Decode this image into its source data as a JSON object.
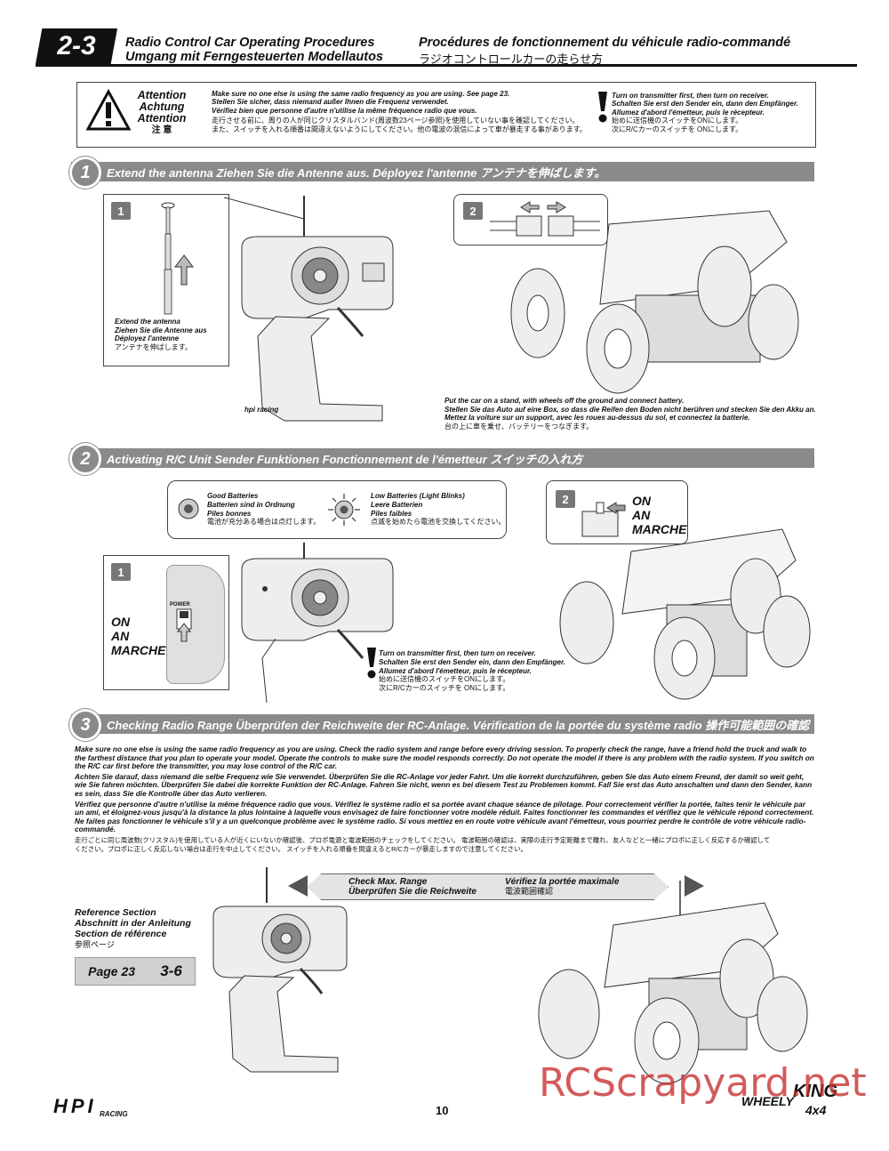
{
  "header": {
    "section_number": "2-3",
    "title_en": "Radio Control Car Operating Procedures",
    "title_de": "Umgang mit Ferngesteuerten Modellautos",
    "title_fr": "Procédures de fonctionnement du véhicule radio-commandé",
    "title_jp": "ラジオコントロールカーの走らせ方"
  },
  "attention": {
    "heading_en": "Attention",
    "heading_de": "Achtung",
    "heading_fr": "Attention",
    "heading_jp": "注 意",
    "text_en": "Make sure no one else is using the same radio frequency as you are using. See page 23.",
    "text_de": "Stellen Sie sicher, dass niemand außer Ihnen die Frequenz verwendet.",
    "text_fr": "Vérifiez bien que personne d'autre n'utilise la même fréquence radio que vous.",
    "text_jp1": "走行させる前に、周りの人が同じクリスタルバンド(周波数23ページ参照)を使用していない事を確認してください。",
    "text_jp2": "また、スイッチを入れる順番は間違えないようにしてください。他の電波の混信によって車が暴走する事があります。",
    "order_en": "Turn on transmitter first, then turn on receiver.",
    "order_de": "Schalten Sie erst den Sender ein, dann den Empfänger.",
    "order_fr": "Allumez d'abord l'émetteur, puis le récepteur.",
    "order_jp1": "始めに送信機のスイッチをONにします。",
    "order_jp2": "次にR/Cカーのスイッチを ONにします。"
  },
  "section1": {
    "number": "1",
    "title": "Extend the antenna    Ziehen Sie die Antenne aus.    Déployez l'antenne    アンテナを伸ばします。",
    "step1": "1",
    "step2": "2",
    "antenna_en": "Extend the antenna",
    "antenna_de": "Ziehen Sie die Antenne aus",
    "antenna_fr": "Déployez l'antenne",
    "antenna_jp": "アンテナを伸ばします。",
    "stand_en": "Put the car on a stand, with wheels off the ground and connect battery.",
    "stand_de": "Stellen Sie das Auto auf eine Box, so dass die Reifen den Boden nicht berühren und stecken Sie den Akku an.",
    "stand_fr": "Mettez la voiture sur un support, avec les roues au-dessus du sol, et connectez la batterie.",
    "stand_jp": "台の上に車を乗せ、バッテリーをつなぎます。"
  },
  "section2": {
    "number": "2",
    "title": "Activating R/C Unit    Sender Funktionen    Fonctionnement de l'émetteur    スイッチの入れ方",
    "good_en": "Good Batteries",
    "good_de": "Batterien sind in Ordnung",
    "good_fr": "Piles bonnes",
    "good_jp": "電池が充分ある場合は点灯します。",
    "low_en": "Low Batteries (Light Blinks)",
    "low_de": "Leere Batterien",
    "low_fr": "Piles faibles",
    "low_jp": "点滅を始めたら電池を交換してください。",
    "step1": "1",
    "step2": "2",
    "power_label": "POWER",
    "on_en": "ON",
    "on_de": "AN",
    "on_fr": "MARCHE",
    "order_en": "Turn on transmitter first, then turn on receiver.",
    "order_de": "Schalten Sie erst den Sender ein, dann den Empfänger.",
    "order_fr": "Allumez d'abord l'émetteur, puis le récepteur.",
    "order_jp1": "始めに送信機のスイッチをONにします。",
    "order_jp2": "次にR/Cカーのスイッチを ONにします。"
  },
  "section3": {
    "number": "3",
    "title": "Checking Radio Range    Überprüfen der Reichweite der RC-Anlage.    Vérification de la portée du système radio    操作可能範囲の確認",
    "para_en": "Make sure no one else is using the same radio frequency as you are using. Check the radio system and range before every driving session. To properly check the range, have a friend hold the truck and walk to the farthest distance that you plan to operate your model. Operate the controls to make sure the model responds correctly. Do not operate the model if there is any problem with the radio system. If you switch on the R/C car first before the transmitter, you may lose control of the R/C car.",
    "para_de": "Achten Sie darauf, dass niemand die selbe Frequenz wie Sie verwendet. Überprüfen Sie die RC-Anlage vor jeder Fahrt. Um die korrekt durchzuführen, geben Sie das Auto einem Freund, der damit so weit geht, wie Sie fahren möchten. Überprüfen Sie dabei die korrekte Funktion der RC-Anlage. Fahren Sie nicht, wenn es bei diesem Test zu Problemen kommt. Fall Sie erst das Auto anschalten und dann den Sender, kann es sein, dass Sie die Kontrolle über das Auto verlieren.",
    "para_fr": "Vérifiez que personne d'autre n'utilise la même fréquence radio que vous. Vérifiez le système radio et sa portée avant chaque séance de pilotage. Pour correctement vérifier la portée, faites tenir le véhicule par un ami, et éloignez-vous jusqu'à la distance la plus lointaine à laquelle vous envisagez de faire fonctionner votre modèle réduit. Faites fonctionner les commandes et vérifiez que le véhicule répond correctement. Ne faites pas fonctionner le véhicule s'il y a un quelconque problème avec le système radio. Si vous mettiez en en route votre véhicule avant l'émetteur, vous pourriez perdre le contrôle de votre véhicule radio-commandé.",
    "para_jp1": "走行ごとに同じ周波数(クリスタル)を使用している人が近くにいないか確認後、プロポ電源と電波範囲のチェックをしてください。 電波範囲の確認は、実際の走行予定距離まで離れ、友人などと一緒にプロポに正しく反応するか確認して",
    "para_jp2": "ください。プロポに正しく反応しない場合は走行を中止してください。 スイッチを入れる順番を間違えるとR/Cカーが暴走しますので注意してください。",
    "check_en": "Check Max. Range",
    "check_de": "Überprüfen Sie die Reichweite",
    "check_fr": "Vérifiez la portée maximale",
    "check_jp": "電波範囲確認",
    "ref_en": "Reference Section",
    "ref_de": "Abschnitt in der Anleitung",
    "ref_fr": "Section de référence",
    "ref_jp": "参照ページ",
    "ref_page": "Page 23",
    "ref_section": "3-6"
  },
  "transmitter_brand": "hpi racing",
  "footer": {
    "logo_hpi": "HPI",
    "logo_racing": "RACING",
    "page_number": "10",
    "product_logo_top": "WHEELY",
    "product_logo_mid": "KING",
    "product_logo_bottom": "4x4",
    "watermark": "RCScrapyard.net"
  }
}
